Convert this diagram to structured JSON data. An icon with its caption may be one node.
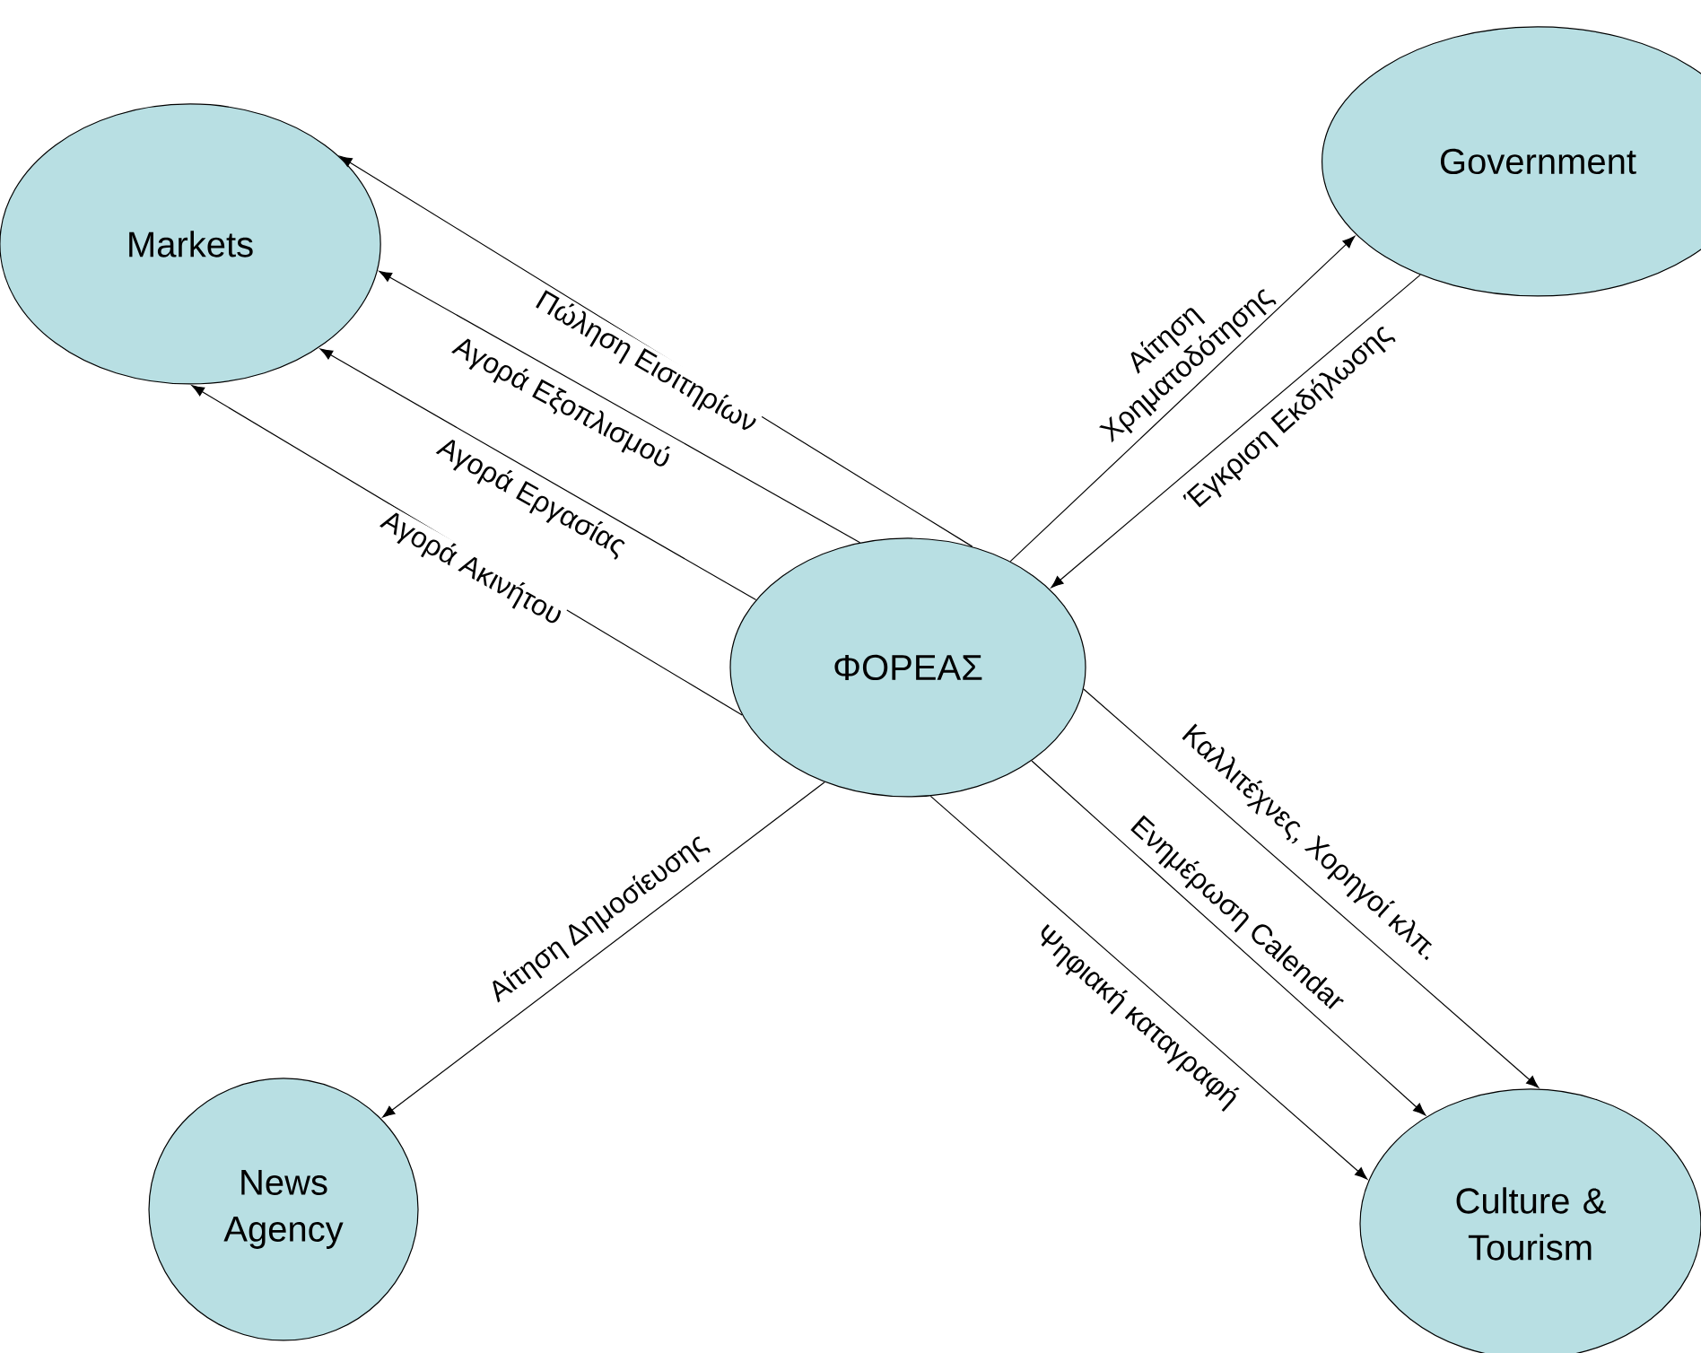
{
  "diagram": {
    "nodes": [
      {
        "text": [
          "Markets"
        ]
      },
      {
        "text": [
          "Government"
        ]
      },
      {
        "text": [
          "ΦΟΡΕΑΣ"
        ]
      },
      {
        "text": [
          "News Agency"
        ]
      },
      {
        "text": [
          "Culture & Tourism"
        ]
      }
    ],
    "edges": [
      {
        "from": 2,
        "to": 0,
        "arrow": "to",
        "label": "Πώληση Εισιτηρίων"
      },
      {
        "from": 2,
        "to": 0,
        "arrow": "to",
        "label": "Αγορά Εξοπλισμού"
      },
      {
        "from": 2,
        "to": 0,
        "arrow": "to",
        "label": "Αγορά Εργασίας"
      },
      {
        "from": 2,
        "to": 0,
        "arrow": "to",
        "label": "Αγορά Ακινήτου"
      },
      {
        "from": 2,
        "to": 1,
        "arrow": "to",
        "label": "Αίτηση Χρηματοδότησης"
      },
      {
        "from": 1,
        "to": 2,
        "arrow": "to",
        "label": "Έγκριση Εκδήλωσης"
      },
      {
        "from": 2,
        "to": 3,
        "arrow": "to",
        "label": "Αίτηση Δημοσίευσης"
      },
      {
        "from": 2,
        "to": 4,
        "arrow": "to",
        "label": "Καλλιτέχνες, Χορηγοί κλπ."
      },
      {
        "from": 2,
        "to": 4,
        "arrow": "to",
        "label": "Ενημέρωση Calendar"
      },
      {
        "from": 2,
        "to": 4,
        "arrow": "to",
        "label": "Ψηφιακή καταγραφή"
      }
    ]
  }
}
